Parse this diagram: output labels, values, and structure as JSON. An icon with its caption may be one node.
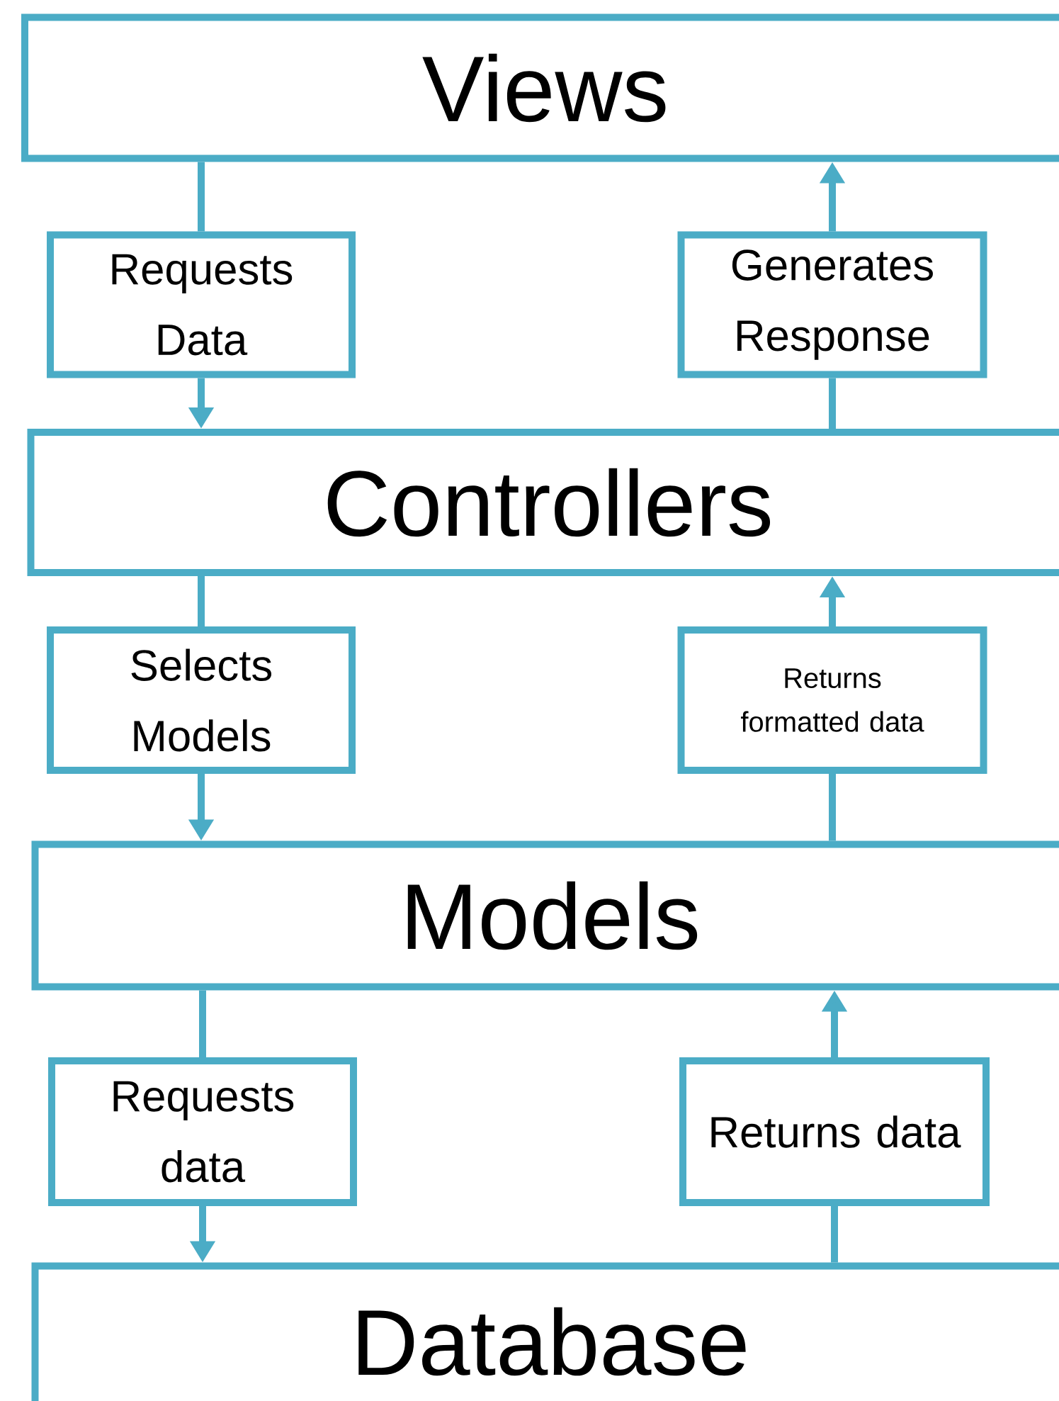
{
  "diagram": {
    "nodes": [
      {
        "text": [
          "Views"
        ]
      },
      {
        "text": [
          "Requests Data"
        ]
      },
      {
        "text": [
          "Generates Response"
        ]
      },
      {
        "text": [
          "Controllers"
        ]
      },
      {
        "text": [
          "Selects Models"
        ]
      },
      {
        "text": [
          "Returns formatted data"
        ]
      },
      {
        "text": [
          "Models"
        ]
      },
      {
        "text": [
          "Requests data"
        ]
      },
      {
        "text": [
          "Returns data"
        ]
      },
      {
        "text": [
          "Database"
        ]
      }
    ],
    "edges": [
      {
        "from": 0,
        "to": 1,
        "arrow": "none"
      },
      {
        "from": 1,
        "to": 3,
        "arrow": "to"
      },
      {
        "from": 3,
        "to": 2,
        "arrow": "none"
      },
      {
        "from": 2,
        "to": 0,
        "arrow": "to"
      },
      {
        "from": 3,
        "to": 4,
        "arrow": "none"
      },
      {
        "from": 4,
        "to": 6,
        "arrow": "to"
      },
      {
        "from": 6,
        "to": 5,
        "arrow": "none"
      },
      {
        "from": 5,
        "to": 3,
        "arrow": "to"
      },
      {
        "from": 6,
        "to": 7,
        "arrow": "none"
      },
      {
        "from": 7,
        "to": 9,
        "arrow": "to"
      },
      {
        "from": 9,
        "to": 8,
        "arrow": "none"
      },
      {
        "from": 8,
        "to": 6,
        "arrow": "to"
      }
    ]
  }
}
